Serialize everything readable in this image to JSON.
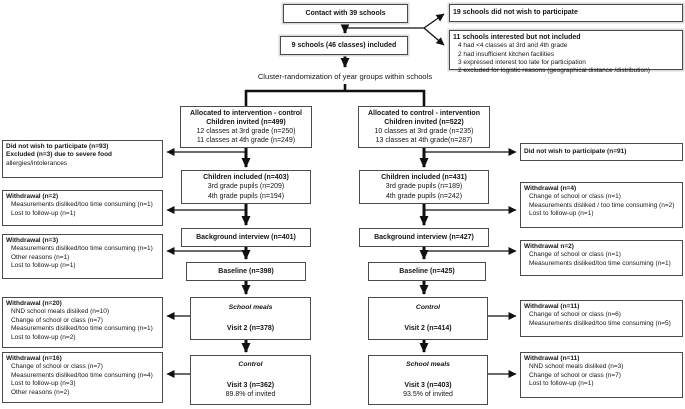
{
  "nodes": {
    "contact": {
      "lines": [
        "Contact with 39 schools"
      ]
    },
    "declined19": {
      "lines": [
        "19 schools did not wish to participate"
      ]
    },
    "interested11": {
      "lines": [
        "11 schools interested  but not included",
        "4 had <4 classes at 3rd and 4th grade",
        "2 had insufficient kitchen facilities",
        "3 expressed interest too late for participation",
        "2 excluded for logistic reasons (geographical distance /distribution)"
      ]
    },
    "included9": {
      "lines": [
        "9 schools (46 classes) included"
      ]
    },
    "randomization": {
      "lines": [
        "Cluster-randomization of year groups within schools"
      ]
    },
    "allocLeft": {
      "lines": [
        "Allocated to intervention - control",
        "Children invited (n=499)",
        "12 classes at 3rd grade (n=250)",
        "11 classes at 4th grade (n=249)"
      ]
    },
    "allocRight": {
      "lines": [
        "Allocated to control - intervention",
        "Children invited (n=522)",
        "10 classes at 3rd grade (n=235)",
        "13 classes at 4th grade(n=287)"
      ]
    },
    "leftDeclined": {
      "lines": [
        "Did not wish to participate (n=93)",
        "Excluded (n=3) due to severe food",
        "allergies/intolerances"
      ]
    },
    "withdrawalL2": {
      "lines": [
        "Withdrawal (n=2)",
        "Measurements disliked/too time consuming (n=1)",
        "Lost to follow-up (n=1)"
      ]
    },
    "withdrawalL3": {
      "lines": [
        "Withdrawal (n=3)",
        "Measurements disliked/too time consuming (n=1)",
        "Other reasons (n=1)",
        "Lost to follow-up (n=1)"
      ]
    },
    "withdrawalL20": {
      "lines": [
        "Withdrawal (n=20)",
        "NND school meals disliked (n=10)",
        "Change of school or class (n=7)",
        "Measurements disliked/too time consuming (n=1)",
        "Lost to follow-up (n=2)"
      ]
    },
    "withdrawalL16": {
      "lines": [
        "Withdrawal (n=16)",
        "Change of school or class (n=7)",
        "Measurements disliked/too time consuming (n=4)",
        "Lost to follow-up (n=3)",
        "Other reasons (n=2)"
      ]
    },
    "includedLeft": {
      "lines": [
        "Children included (n=403)",
        "3rd grade pupils (n=209)",
        "4th grade pupils (n=194)"
      ]
    },
    "backgroundLeft": {
      "lines": [
        "Background interview  (n=401)"
      ]
    },
    "baselineLeft": {
      "lines": [
        "Baseline (n=398)"
      ]
    },
    "schoolMealsLeft": {
      "lines": [
        "School meals",
        "Visit 2 (n=378)"
      ]
    },
    "controlLeft": {
      "lines": [
        "Control",
        "Visit 3 (n=362)",
        "89.8% of invited"
      ]
    },
    "includedRight": {
      "lines": [
        "Children included (n=431)",
        "3rd grade pupils (n=189)",
        "4th grade pupils (n=242)"
      ]
    },
    "backgroundRight": {
      "lines": [
        "Background interview  (n=427)"
      ]
    },
    "baselineRight": {
      "lines": [
        "Baseline (n=425)"
      ]
    },
    "controlRight": {
      "lines": [
        "Control",
        "Visit 2 (n=414)"
      ]
    },
    "schoolMealsRight": {
      "lines": [
        "School meals",
        "Visit 3 (n=403)",
        "93.5% of invited"
      ]
    },
    "declined91": {
      "lines": [
        "Did not wish to participate (n=91)"
      ]
    },
    "withdrawalR4": {
      "lines": [
        "Withdrawal (n=4)",
        "Change of school or class (n=1)",
        "Measurements disliked / too time consuming (n=2)",
        "Lost to follow-up (n=1)"
      ]
    },
    "withdrawalR2": {
      "lines": [
        "Withdrawal n=2)",
        "Change of school or class (n=1)",
        "Measurements disliked/too time consuming (n=1)"
      ]
    },
    "withdrawalR11a": {
      "lines": [
        "Withdrawal (n=11)",
        "Change of school or class (n=6)",
        "Measurements disliked/too time consuming (n=5)"
      ]
    },
    "withdrawalR11b": {
      "lines": [
        "Withdrawal (n=11)",
        "NND school meals disliked (n=3)",
        "Change of school or class (n=7)",
        "Lost to follow-up (n=1)"
      ]
    }
  },
  "colors": {
    "box_border": "#4a4a4a",
    "arrow": "#111111",
    "background": "#ffffff",
    "text": "#151515"
  }
}
